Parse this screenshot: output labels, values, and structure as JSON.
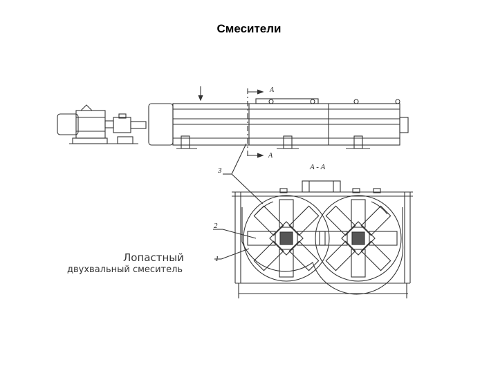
{
  "title": "Смесители",
  "caption": {
    "line1": "Лопастный",
    "line2": "двухвальный смеситель"
  },
  "labels": {
    "section_top": "A",
    "section_bottom": "A",
    "section_view": "A - A",
    "callout_1": "1",
    "callout_2": "2",
    "callout_3": "3"
  }
}
